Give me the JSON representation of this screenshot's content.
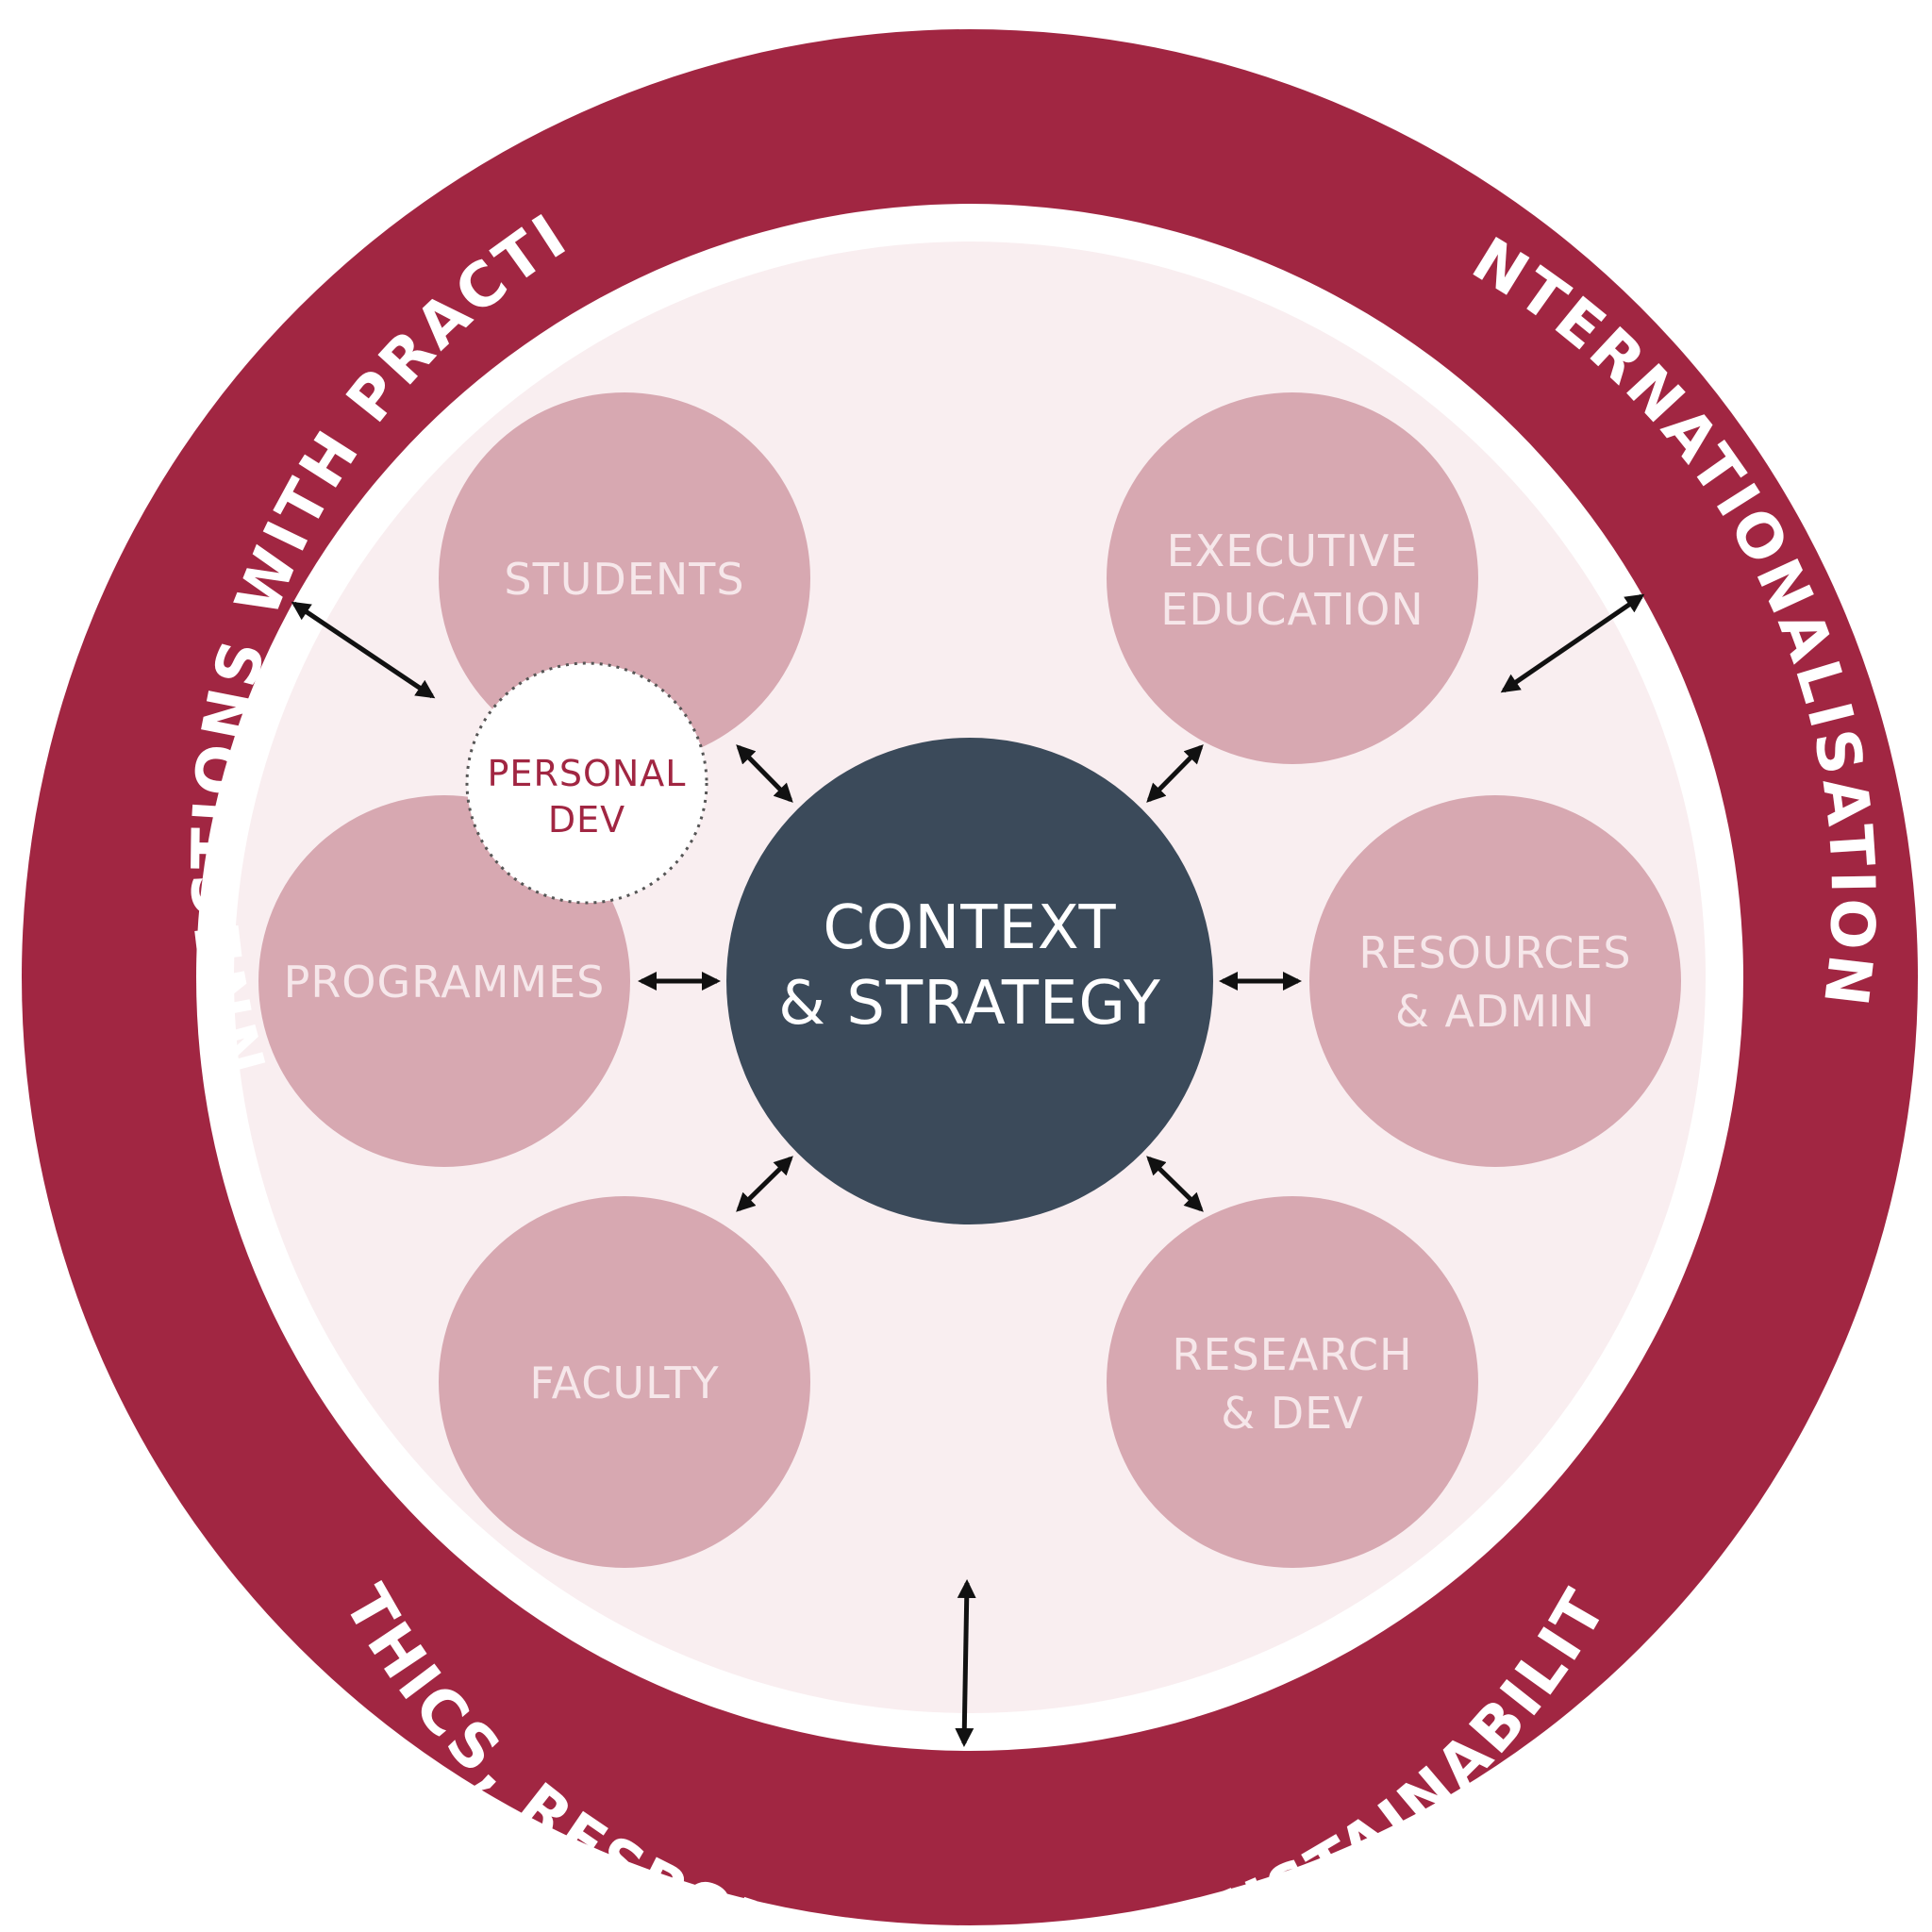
{
  "colors": {
    "outer_ring": "#a12642",
    "inner_field": "#f9eef0",
    "node_fill": "#d7a8b1",
    "node_text": "#f6e7ea",
    "core_fill": "#3b4a5a",
    "core_text": "#ffffff",
    "personal_dev_fill": "#ffffff",
    "personal_dev_text": "#a12642",
    "arrow": "#111111"
  },
  "outer_ring": {
    "left_label": "CONNECTIONS WITH PRACTICE",
    "right_label": "INTERNATIONALISATION",
    "bottom_label": "ETHICS, RESPONSIBILITY & SUSTAINABILITY"
  },
  "core": {
    "line1": "CONTEXT",
    "line2": "& STRATEGY"
  },
  "nodes": {
    "students": {
      "line1": "STUDENTS"
    },
    "executive_education": {
      "line1": "EXECUTIVE",
      "line2": "EDUCATION"
    },
    "programmes": {
      "line1": "PROGRAMMES"
    },
    "resources_admin": {
      "line1": "RESOURCES",
      "line2": "& ADMIN"
    },
    "faculty": {
      "line1": "FACULTY"
    },
    "research_dev": {
      "line1": "RESEARCH",
      "line2": "& DEV"
    }
  },
  "personal_dev": {
    "line1": "PERSONAL",
    "line2": "DEV"
  },
  "arrow_icon": "double-headed-arrow"
}
